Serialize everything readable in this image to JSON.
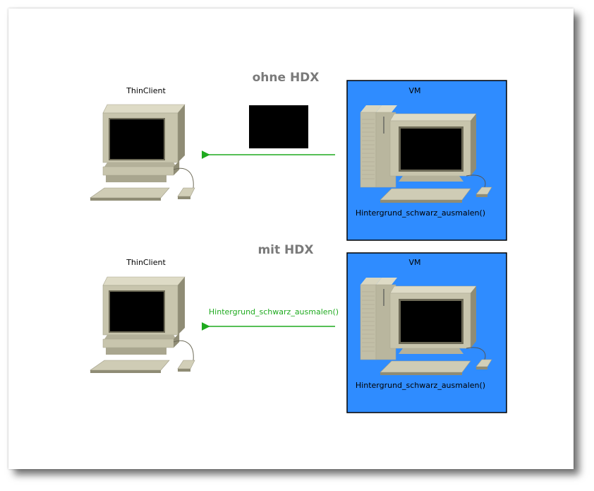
{
  "colors": {
    "vm_box_fill": "#2f8cff",
    "vm_box_stroke": "#000000",
    "arrow": "#1faa1f",
    "title": "#7a7a7a",
    "computer_beige": "#c8c5ad",
    "computer_shadow": "#8f8c75",
    "screen": "#000000"
  },
  "sections": [
    {
      "title": "ohne HDX",
      "client_label": "ThinClient",
      "vm_label": "VM",
      "vm_call": "Hintergrund_schwarz_ausmalen()",
      "transfer": {
        "kind": "image",
        "label": ""
      }
    },
    {
      "title": "mit HDX",
      "client_label": "ThinClient",
      "vm_label": "VM",
      "vm_call": "Hintergrund_schwarz_ausmalen()",
      "transfer": {
        "kind": "command",
        "label": "Hintergrund_schwarz_ausmalen()"
      }
    }
  ]
}
